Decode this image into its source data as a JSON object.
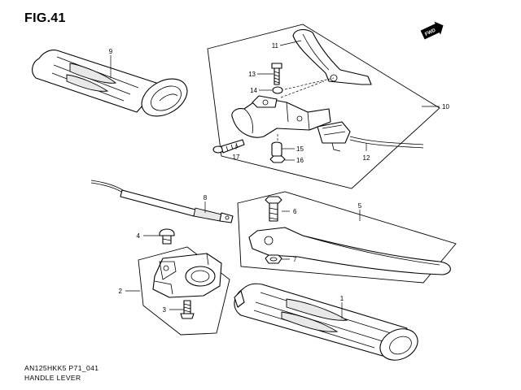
{
  "figure": {
    "title": "FIG.41",
    "direction_badge": "FWD",
    "code": "AN125HKK5 P71_041",
    "name": "HANDLE LEVER"
  },
  "callouts": [
    {
      "id": "1",
      "label": "1",
      "part": "grip-right"
    },
    {
      "id": "2",
      "label": "2",
      "part": "switch-housing"
    },
    {
      "id": "3",
      "label": "3",
      "part": "screw-lower"
    },
    {
      "id": "4",
      "label": "4",
      "part": "screw-upper"
    },
    {
      "id": "5",
      "label": "5",
      "part": "lever-right-assembly"
    },
    {
      "id": "6",
      "label": "6",
      "part": "pivot-bolt"
    },
    {
      "id": "7",
      "label": "7",
      "part": "lever-nut"
    },
    {
      "id": "8",
      "label": "8",
      "part": "throttle-cable"
    },
    {
      "id": "9",
      "label": "9",
      "part": "grip-left"
    },
    {
      "id": "10",
      "label": "10",
      "part": "lever-left-assembly"
    },
    {
      "id": "11",
      "label": "11",
      "part": "lever-left"
    },
    {
      "id": "12",
      "label": "12",
      "part": "brake-switch"
    },
    {
      "id": "13",
      "label": "13",
      "part": "bolt-left"
    },
    {
      "id": "14",
      "label": "14",
      "part": "washer"
    },
    {
      "id": "15",
      "label": "15",
      "part": "spacer"
    },
    {
      "id": "16",
      "label": "16",
      "part": "nut-left"
    },
    {
      "id": "17",
      "label": "17",
      "part": "screw-left"
    }
  ]
}
